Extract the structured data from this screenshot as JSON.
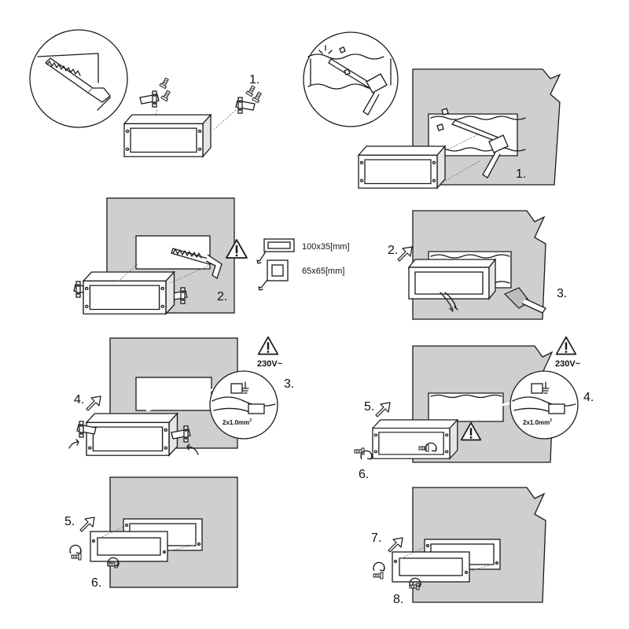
{
  "steps": {
    "s1": "1.",
    "s2": "2.",
    "s3": "3.",
    "s4": "4.",
    "s5": "5.",
    "s6": "6.",
    "s7": "7.",
    "s8": "8."
  },
  "dimensions": {
    "rect_cutout": "100x35[mm]",
    "square_cutout": "65x65[mm]"
  },
  "electrical": {
    "voltage": "230V~",
    "wire_spec": "2x1.0mm",
    "wire_spec_sup": "2"
  },
  "icons": [
    "saw-icon",
    "hammer-icon",
    "chisel-icon",
    "screw-icon",
    "screwdriver-rotation-icon",
    "warning-triangle-icon",
    "push-arrow-icon",
    "ground-symbol-icon",
    "trowel-icon"
  ]
}
